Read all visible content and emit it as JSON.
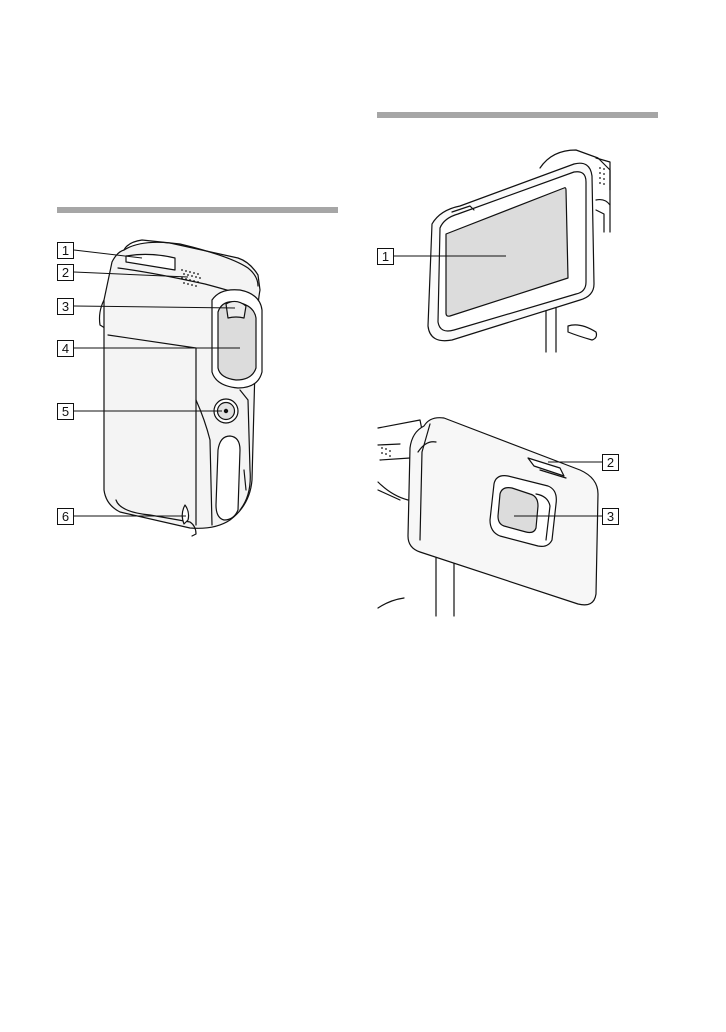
{
  "figure_left": {
    "callouts": [
      "1",
      "2",
      "3",
      "4",
      "5",
      "6"
    ]
  },
  "figure_right_top": {
    "callouts": [
      "1"
    ]
  },
  "figure_right_bottom": {
    "callouts": [
      "2",
      "3"
    ]
  },
  "colors": {
    "section_rule": "#a6a6a6",
    "body_fill": "#eeeeee",
    "screen_fill": "#dcdcdc",
    "outline": "#111111"
  }
}
